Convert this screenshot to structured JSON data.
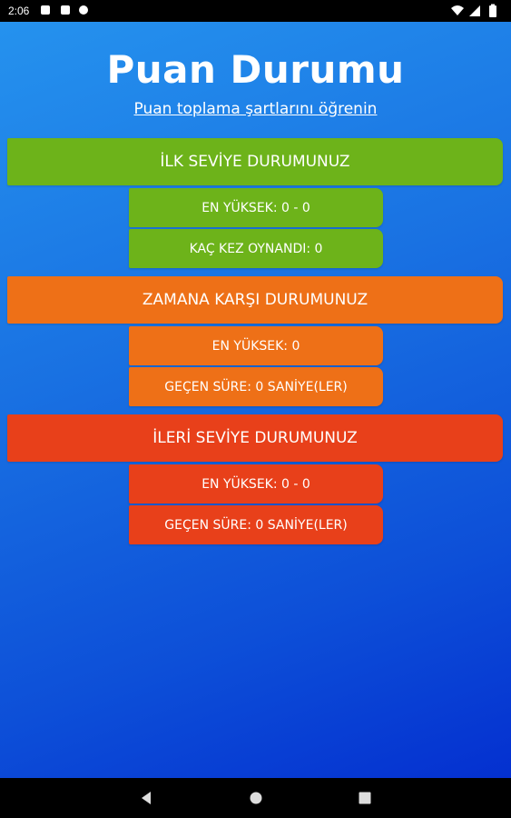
{
  "status_bar": {
    "time": "2:06",
    "icons": [
      "notification-icon",
      "sd-card-icon",
      "sync-off-icon",
      "wifi-icon",
      "signal-icon",
      "battery-icon"
    ]
  },
  "header": {
    "title": "Puan Durumu",
    "rules_link": "Puan toplama şartlarını öğrenin"
  },
  "sections": {
    "first_level": {
      "title": "İLK SEVİYE DURUMUNUZ",
      "color": "#6db31a",
      "rows": [
        "EN YÜKSEK: 0 - 0",
        "KAÇ KEZ OYNANDI: 0"
      ]
    },
    "time_attack": {
      "title": "ZAMANA KARŞI DURUMUNUZ",
      "color": "#ee7017",
      "rows": [
        "EN YÜKSEK: 0",
        "GEÇEN SÜRE: 0 SANİYE(LER)"
      ]
    },
    "advanced_level": {
      "title": "İLERİ SEVİYE DURUMUNUZ",
      "color": "#e8401a",
      "rows": [
        "EN YÜKSEK: 0 - 0",
        "GEÇEN SÜRE: 0 SANİYE(LER)"
      ]
    }
  },
  "nav": [
    "back-icon",
    "home-icon",
    "recents-icon"
  ]
}
